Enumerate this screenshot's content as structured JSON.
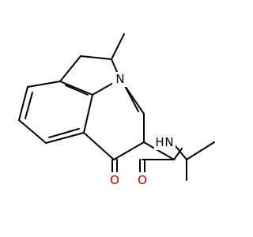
{
  "molecule": {
    "atoms": {
      "n_ring": {
        "text": "N",
        "color": "#000000"
      },
      "n_amide": {
        "text": "N",
        "color": "#000000"
      },
      "h_amide": {
        "text": "H",
        "color": "#000000"
      },
      "o_ketone": {
        "text": "O",
        "color": "#c00000"
      },
      "o_amide": {
        "text": "O",
        "color": "#c00000"
      }
    }
  }
}
